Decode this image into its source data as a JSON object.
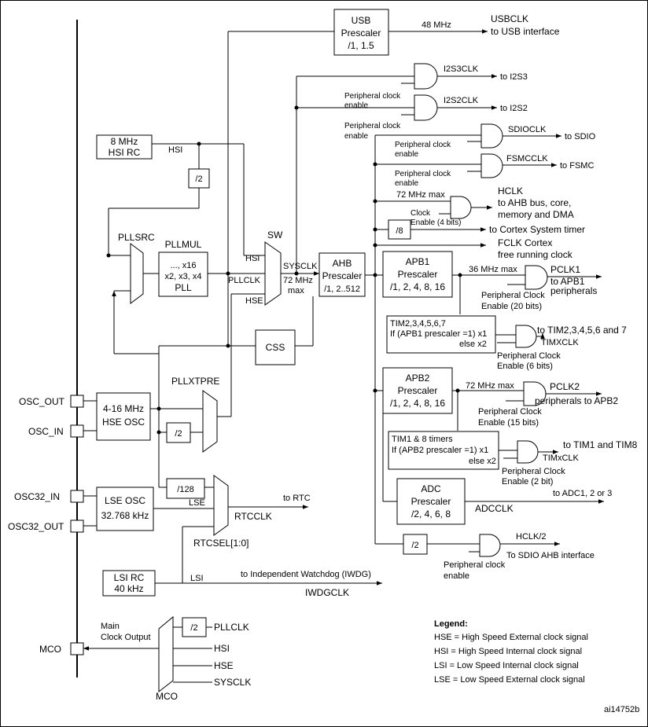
{
  "usb": {
    "l1": "USB",
    "l2": "Prescaler",
    "l3": "/1, 1.5",
    "freq": "48 MHz",
    "out": "USBCLK",
    "dest": "to USB interface"
  },
  "i2s": {
    "i2s3": "I2S3CLK",
    "to3": "to I2S3",
    "i2s2": "I2S2CLK",
    "to2": "to I2S2",
    "en_a": "Peripheral clock",
    "en_b": "enable"
  },
  "sdio": {
    "name": "SDIOCLK",
    "dest": "to SDIO"
  },
  "fsmc": {
    "name": "FSMCCLK",
    "dest": "to FSMC"
  },
  "hsi": {
    "l1": "8 MHz",
    "l2": "HSI RC",
    "label": "HSI"
  },
  "div2": "/2",
  "div8": "/8",
  "div128": "/128",
  "pll": {
    "mul": "PLLMUL",
    "vals": "..., x16",
    "vals2": "x2, x3, x4",
    "name": "PLL",
    "src": "PLLSRC",
    "pllclk": "PLLCLK",
    "xtpre": "PLLXTPRE"
  },
  "sw": {
    "name": "SW",
    "hsi": "HSI",
    "pllclk": "PLLCLK",
    "hse": "HSE",
    "sysclk": "SYSCLK",
    "max1": "72 MHz",
    "max2": "max"
  },
  "ahb": {
    "l1": "AHB",
    "l2": "Prescaler",
    "l3": "/1, 2..512"
  },
  "hclk": {
    "max": "72 MHz max",
    "name": "HCLK",
    "d1": "to AHB bus, core,",
    "d2": "memory and DMA",
    "clk": "Clock",
    "en4": "Enable (4 bits)",
    "cortex": "to Cortex System timer",
    "fclk1": "FCLK Cortex",
    "fclk2": "free running clock"
  },
  "apb1": {
    "l1": "APB1",
    "l2": "Prescaler",
    "l3": "/1, 2, 4, 8, 16",
    "max": "36 MHz max",
    "pclk": "PCLK1",
    "d1": "to APB1",
    "d2": "peripherals",
    "en1": "Peripheral Clock",
    "en2": "Enable (20 bits)"
  },
  "tim2": {
    "l1": "TIM2,3,4,5,6,7",
    "l2": "If (APB1 prescaler =1) x1",
    "l3": "else  x2",
    "dest": "to TIM2,3,4,5,6 and 7",
    "out": "TIMXCLK",
    "en1": "Peripheral Clock",
    "en2": "Enable (6 bits)"
  },
  "css": "CSS",
  "apb2": {
    "l1": "APB2",
    "l2": "Prescaler",
    "l3": "/1, 2, 4, 8, 16",
    "max": "72 MHz max",
    "pclk": "PCLK2",
    "dest": "peripherals to APB2",
    "en1": "Peripheral Clock",
    "en2": "Enable (15 bits)"
  },
  "tim1": {
    "l1": "TIM1 & 8 timers",
    "l2": "If (APB2 prescaler =1) x1",
    "l3": "else x2",
    "dest": "to TIM1 and TIM8",
    "out": "TIMxCLK",
    "en1": "Peripheral Clock",
    "en2": "Enable (2 bit)"
  },
  "adc": {
    "l1": "ADC",
    "l2": "Prescaler",
    "l3": "/2, 4, 6, 8",
    "dest": "to ADC1, 2 or 3",
    "out": "ADCCLK"
  },
  "hse": {
    "l1": "4-16 MHz",
    "l2": "HSE OSC",
    "out": "OSC_OUT",
    "in": "OSC_IN"
  },
  "lse": {
    "l1": "LSE OSC",
    "l2": "32.768 kHz",
    "label": "LSE",
    "in": "OSC32_IN",
    "out": "OSC32_OUT"
  },
  "rtc": {
    "dest": "to RTC",
    "clk": "RTCCLK",
    "sel": "RTCSEL[1:0]"
  },
  "lsi": {
    "l1": "LSI RC",
    "l2": "40 kHz",
    "label": "LSI",
    "dest": "to Independent Watchdog (IWDG)",
    "clk": "IWDGCLK"
  },
  "hclk2": {
    "name": "HCLK/2",
    "dest": "To SDIO AHB interface",
    "en1": "Peripheral clock",
    "en2": "enable"
  },
  "mco": {
    "l1": "Main",
    "l2": "Clock Output",
    "pin": "MCO",
    "mux": "MCO",
    "pllclk": "PLLCLK",
    "hsi": "HSI",
    "hse": "HSE",
    "sysclk": "SYSCLK"
  },
  "legend": {
    "title": "Legend:",
    "hse": "HSE = High Speed External clock signal",
    "hsi": "HSI = High Speed Internal clock signal",
    "lsi": "LSI = Low Speed Internal clock signal",
    "lse": "LSE = Low Speed External clock signal"
  },
  "ref": "ai14752b"
}
